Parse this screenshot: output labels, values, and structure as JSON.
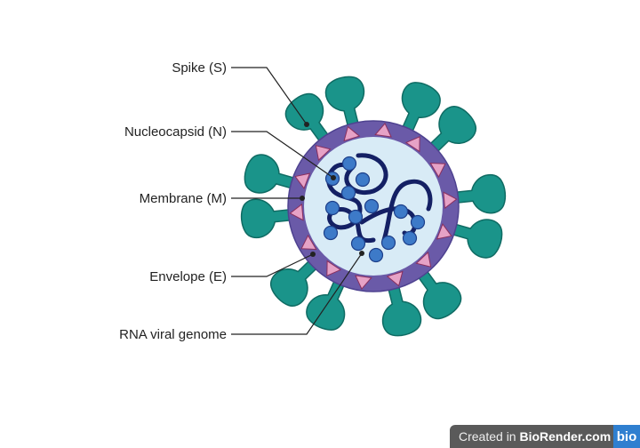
{
  "labels": {
    "spike": "Spike (S)",
    "nucleocapsid": "Nucleocapsid (N)",
    "membrane": "Membrane (M)",
    "envelope": "Envelope (E)",
    "rna": "RNA viral genome"
  },
  "badge": {
    "prefix": "Created in ",
    "brand": "BioRender.com",
    "logo": "bio"
  },
  "colors": {
    "spike": "#1a948a",
    "membrane": "#6a5aa8",
    "interior": "#d8ebf6",
    "envelope": "#e6a2c6",
    "rna": "#142064",
    "nucleocapsid": "#3d7ac8"
  }
}
